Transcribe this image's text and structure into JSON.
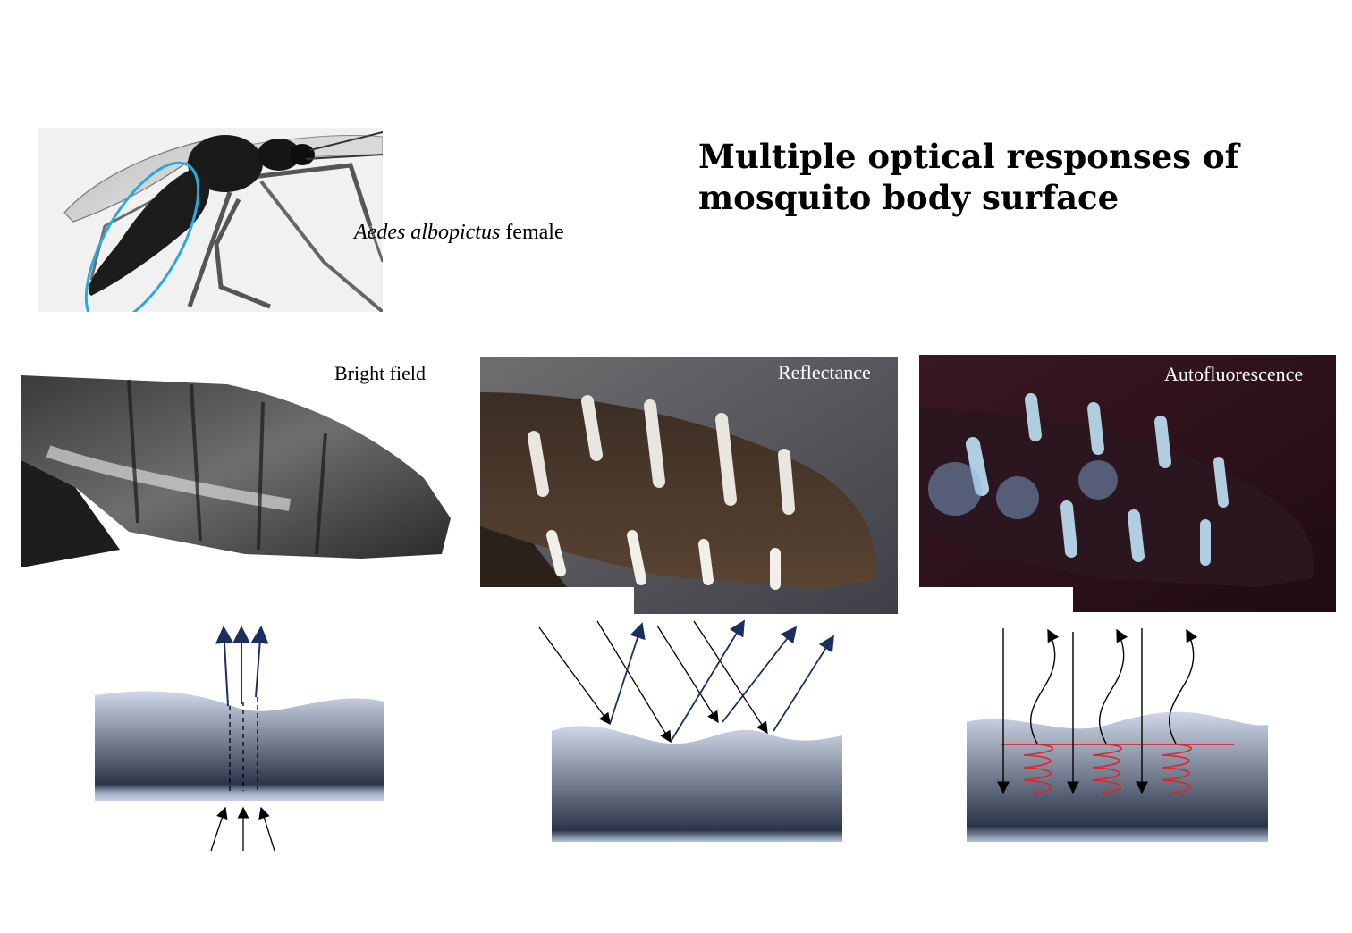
{
  "title": {
    "line1": "Multiple optical responses of",
    "line2": "mosquito body surface"
  },
  "species_label": {
    "genus_species": "Aedes albopictus",
    "sex": "female"
  },
  "panels": [
    {
      "label": "Bright  field",
      "mode": "transmitted light through surface"
    },
    {
      "label": "Reflectance",
      "mode": "light reflected from wavy surface"
    },
    {
      "label": "Autofluorescence",
      "mode": "excitation light with emitted fluorescence"
    }
  ],
  "colors": {
    "highlight_ellipse": "#29a9dc",
    "arrow_dark_blue": "#1b2f5e",
    "fluorescence_red": "#e0242a",
    "surface_top": "#c9d3e4",
    "surface_bottom": "#2a3447"
  },
  "icons": [
    "mosquito-photo",
    "abdomen-brightfield-photo",
    "abdomen-reflectance-photo",
    "abdomen-autofluorescence-photo"
  ]
}
